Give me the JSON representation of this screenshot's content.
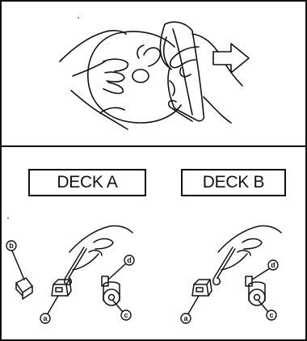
{
  "deck_labels": {
    "deck_a": "DECK A",
    "deck_b": "DECK B"
  },
  "callouts": {
    "a": "a",
    "b": "b",
    "c": "c",
    "d": "d"
  },
  "colors": {
    "line": "#111111",
    "background": "#ffffff"
  },
  "icons": [
    "hands-cleaning-disc-illustration",
    "arrow-right-icon",
    "tape-head-cleaning-illustration"
  ]
}
